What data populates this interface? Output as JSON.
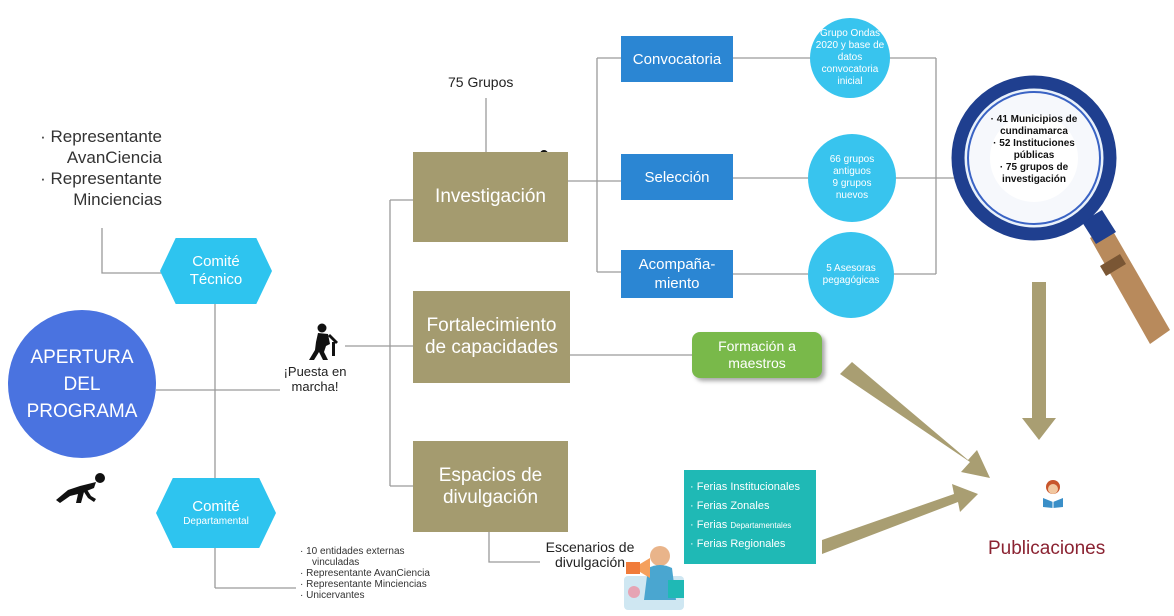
{
  "main_circle": {
    "line1": "APERTURA",
    "line2": "DEL",
    "line3": "PROGRAMA"
  },
  "representantes": {
    "line1": "· Representante",
    "line2": "AvanCiencia",
    "line3": "· Representante",
    "line4": "Minciencias"
  },
  "comite_tecnico": {
    "line1": "Comité",
    "line2": "Técnico"
  },
  "comite_departamental": {
    "line1": "Comité",
    "line2": "Departamental"
  },
  "bottom_list": {
    "item1": "· 10 entidades externas",
    "item1b": "vinculadas",
    "item2": "· Representante AvanCiencia",
    "item3": "· Representante Minciencias",
    "item4": "· Unicervantes"
  },
  "puesta": {
    "line1": "¡Puesta en",
    "line2": "marcha!"
  },
  "grupos_label": "75 Grupos",
  "investigacion": "Investigación",
  "fortalecimiento": {
    "line1": "Fortalecimiento",
    "line2": "de capacidades"
  },
  "espacios": {
    "line1": "Espacios de",
    "line2": "divulgación"
  },
  "convocatoria": "Convocatoria",
  "seleccion": "Selección",
  "acompanamiento": {
    "line1": "Acompaña-",
    "line2": "miento"
  },
  "circle_convocatoria": {
    "line1": "Grupo Ondas",
    "line2": "2020 y base de",
    "line3": "datos",
    "line4": "convocatoria",
    "line5": "inicial"
  },
  "circle_seleccion": {
    "line1": "66 grupos",
    "line2": "antiguos",
    "line3": "9 grupos",
    "line4": "nuevos"
  },
  "circle_acompanamiento": {
    "line1": "5 Asesoras",
    "line2": "pegagógicas"
  },
  "formacion": {
    "line1": "Formación a",
    "line2": "maestros"
  },
  "magnifier": {
    "line1": "· 41 Municipios de",
    "line2": "cundinamarca",
    "line3": "· 52 Instituciones",
    "line4": "públicas",
    "line5": "· 75 grupos de",
    "line6": "investigación"
  },
  "ferias": {
    "item1": "· Ferias Institucionales",
    "item2": "· Ferias Zonales",
    "item3a": "· Ferias ",
    "item3b": "Departamentales",
    "item4": "· Ferias Regionales"
  },
  "escenarios": {
    "line1": "Escenarios de",
    "line2": "divulgación"
  },
  "publicaciones": "Publicaciones",
  "colors": {
    "main_circle": "#4a73e0",
    "hexagon": "#2ec4ef",
    "gold_box": "#a49b6f",
    "blue_box": "#2b86d3",
    "cyan_circle": "#38c4ee",
    "green_box": "#79b94a",
    "teal_box": "#1fb9b5",
    "arrow": "#a99e72",
    "magnifier_rim": "#1f3f8f",
    "handle": "#b88a5c",
    "publicaciones_text": "#8b2332"
  },
  "icons": [
    "runner-start-icon",
    "runners-icon",
    "worker-icon",
    "reading-person-icon",
    "ferias-illustration"
  ]
}
